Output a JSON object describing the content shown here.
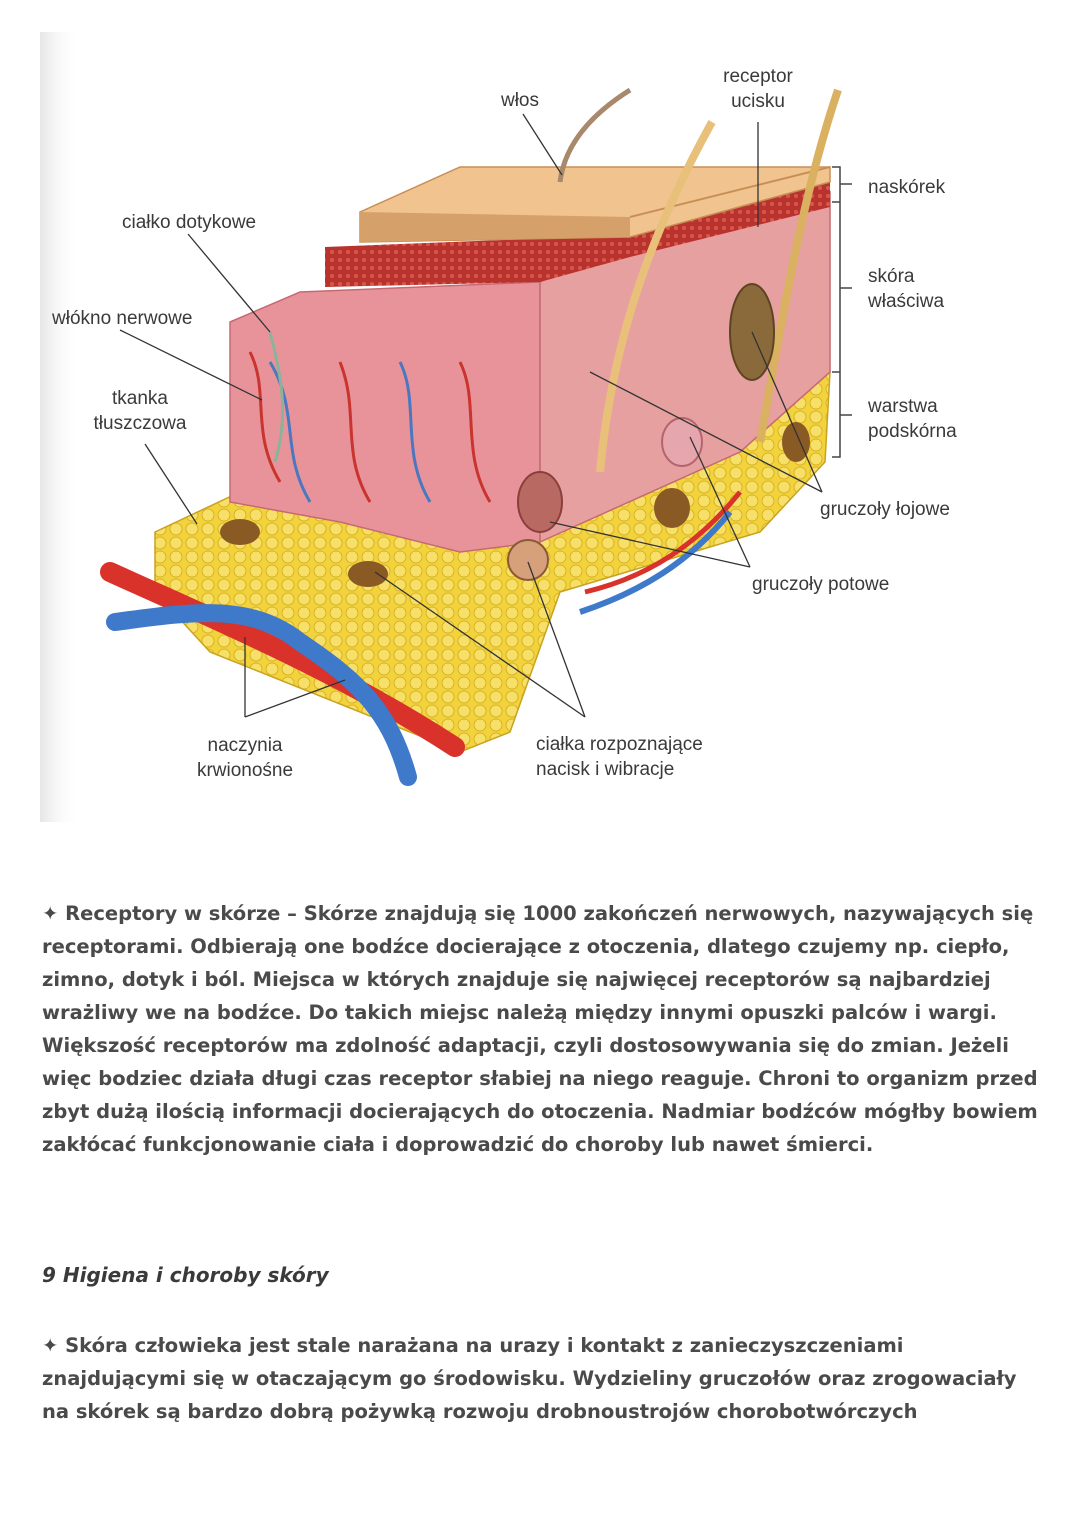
{
  "figure": {
    "labels": {
      "wlos": "włos",
      "receptor": "receptor\nucisku",
      "naskorek": "naskórek",
      "cialko_dotykowe": "ciałko dotykowe",
      "wlokno_nerwowe": "włókno nerwowe",
      "tkanka": "tkanka\ntłuszczowa",
      "skora_wlasciwa": "skóra\nwłaściwa",
      "warstwa": "warstwa\npodskórna",
      "gruczoly_lojowe": "gruczoły łojowe",
      "gruczoly_potowe": "gruczoły potowe",
      "naczynia": "naczynia\nkrwionośne",
      "cialka_rozpoznajace": "ciałka rozpoznające\nnacisk i wibracje"
    }
  },
  "content": {
    "paragraph1": "✦ Receptory w skórze – Skórze znajdują się 1000 zakończeń nerwowych, nazywających się receptorami. Odbierają one bodźce docierające z otoczenia, dlatego czujemy np. ciepło, zimno, dotyk i ból. Miejsca w których znajduje się najwięcej receptorów są najbardziej wrażliwy we na bodźce. Do takich miejsc należą między innymi opuszki palców i wargi. Większość receptorów ma zdolność adaptacji, czyli dostosowywania się do zmian. Jeżeli więc bodziec działa długi czas receptor słabiej na niego reaguje. Chroni to organizm przed zbyt dużą ilością informacji docierających do otoczenia. Nadmiar bodźców mógłby bowiem zakłócać funkcjonowanie ciała i doprowadzić do choroby lub nawet śmierci.",
    "heading": "9 Higiena i choroby skóry",
    "paragraph2": "✦ Skóra człowieka jest stale narażana na urazy i kontakt z zanieczyszczeniami znajdującymi się w otaczającym go środowisku. Wydzieliny gruczołów oraz zrogowaciały na skórek są bardzo dobrą pożywką rozwoju drobnoustrojów chorobotwórczych"
  }
}
